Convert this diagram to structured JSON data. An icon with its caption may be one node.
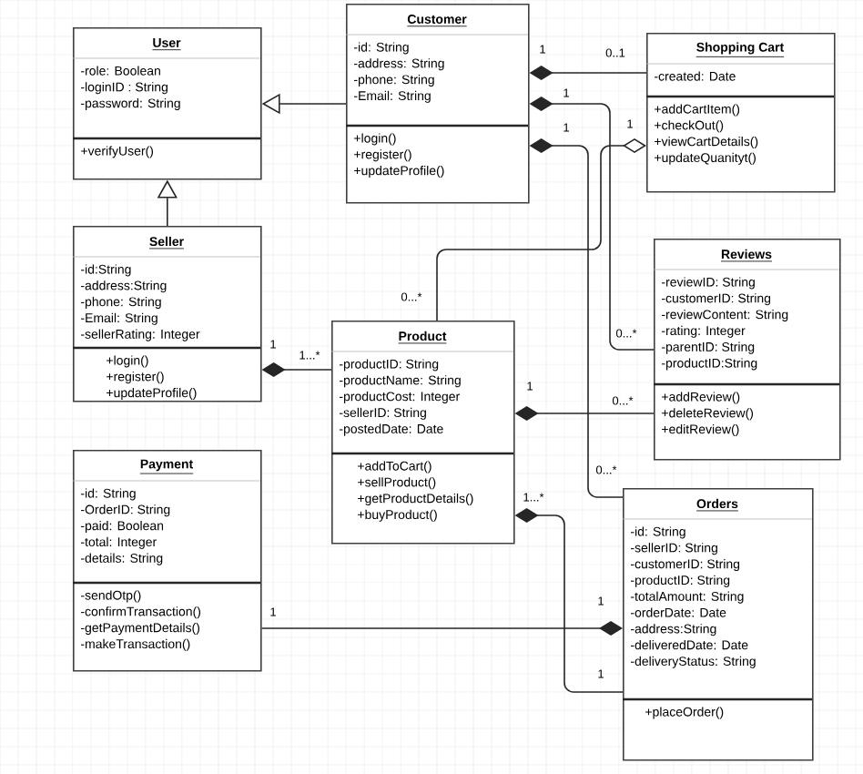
{
  "diagram": {
    "nodes": [
      {
        "text": [
          "User",
          "-role: Boolean",
          "-loginID : String",
          "-password: String",
          "+verifyUser()"
        ]
      },
      {
        "text": [
          "Customer",
          "-id: String",
          "-address: String",
          "-phone: String",
          "-Email: String",
          "+login()",
          "+register()",
          "+updateProfile()"
        ]
      },
      {
        "text": [
          "Shopping Cart",
          "-created: Date",
          "+addCartItem()",
          "+checkOut()",
          "+viewCartDetails()",
          "+updateQuanityt()"
        ]
      },
      {
        "text": [
          "Seller",
          "-id:String",
          "-address:String",
          "-phone: String",
          "-Email: String",
          "-sellerRating: Integer",
          "+login()",
          "+register()",
          "+updateProfile()"
        ]
      },
      {
        "text": [
          "Product",
          "-productID: String",
          "-productName: String",
          "-productCost: Integer",
          "-sellerID: String",
          "-postedDate: Date",
          "+addToCart()",
          "+sellProduct()",
          "+getProductDetails()",
          "+buyProduct()"
        ]
      },
      {
        "text": [
          "Reviews",
          "-reviewID: String",
          "-customerID: String",
          "-reviewContent: String",
          "-rating: Integer",
          "-parentID: String",
          "-productID:String",
          "+addReview()",
          "+deleteReview()",
          "+editReview()"
        ]
      },
      {
        "text": [
          "Payment",
          "-id: String",
          "-OrderID: String",
          "-paid: Boolean",
          "-total: Integer",
          "-details: String",
          "-sendOtp()",
          "-confirmTransaction()",
          "-getPaymentDetails()",
          "-makeTransaction()"
        ]
      },
      {
        "text": [
          "Orders",
          "-id: String",
          "-sellerID: String",
          "-customerID: String",
          "-productID: String",
          "-totalAmount: String",
          "-orderDate: Date",
          "-address:String",
          "-deliveredDate: Date",
          "-deliveryStatus: String",
          "+placeOrder()"
        ]
      }
    ],
    "edges": [
      {
        "from": 1,
        "to": 0,
        "arrow": "to"
      },
      {
        "from": 3,
        "to": 0,
        "arrow": "to"
      },
      {
        "from": 1,
        "to": 2,
        "arrow": "other"
      },
      {
        "from": 1,
        "to": 5,
        "arrow": "other"
      },
      {
        "from": 1,
        "to": 7,
        "arrow": "other"
      },
      {
        "from": 2,
        "to": 4,
        "arrow": "other"
      },
      {
        "from": 3,
        "to": 4,
        "arrow": "other"
      },
      {
        "from": 4,
        "to": 5,
        "arrow": "other"
      },
      {
        "from": 4,
        "to": 7,
        "arrow": "other"
      },
      {
        "from": 7,
        "to": 6,
        "arrow": "other"
      }
    ],
    "labels": [
      "1",
      "0..1",
      "1",
      "1",
      "1",
      "0...*",
      "0...*",
      "1",
      "1...*",
      "1",
      "0...*",
      "0...*",
      "1...*",
      "1",
      "1",
      "1"
    ]
  }
}
